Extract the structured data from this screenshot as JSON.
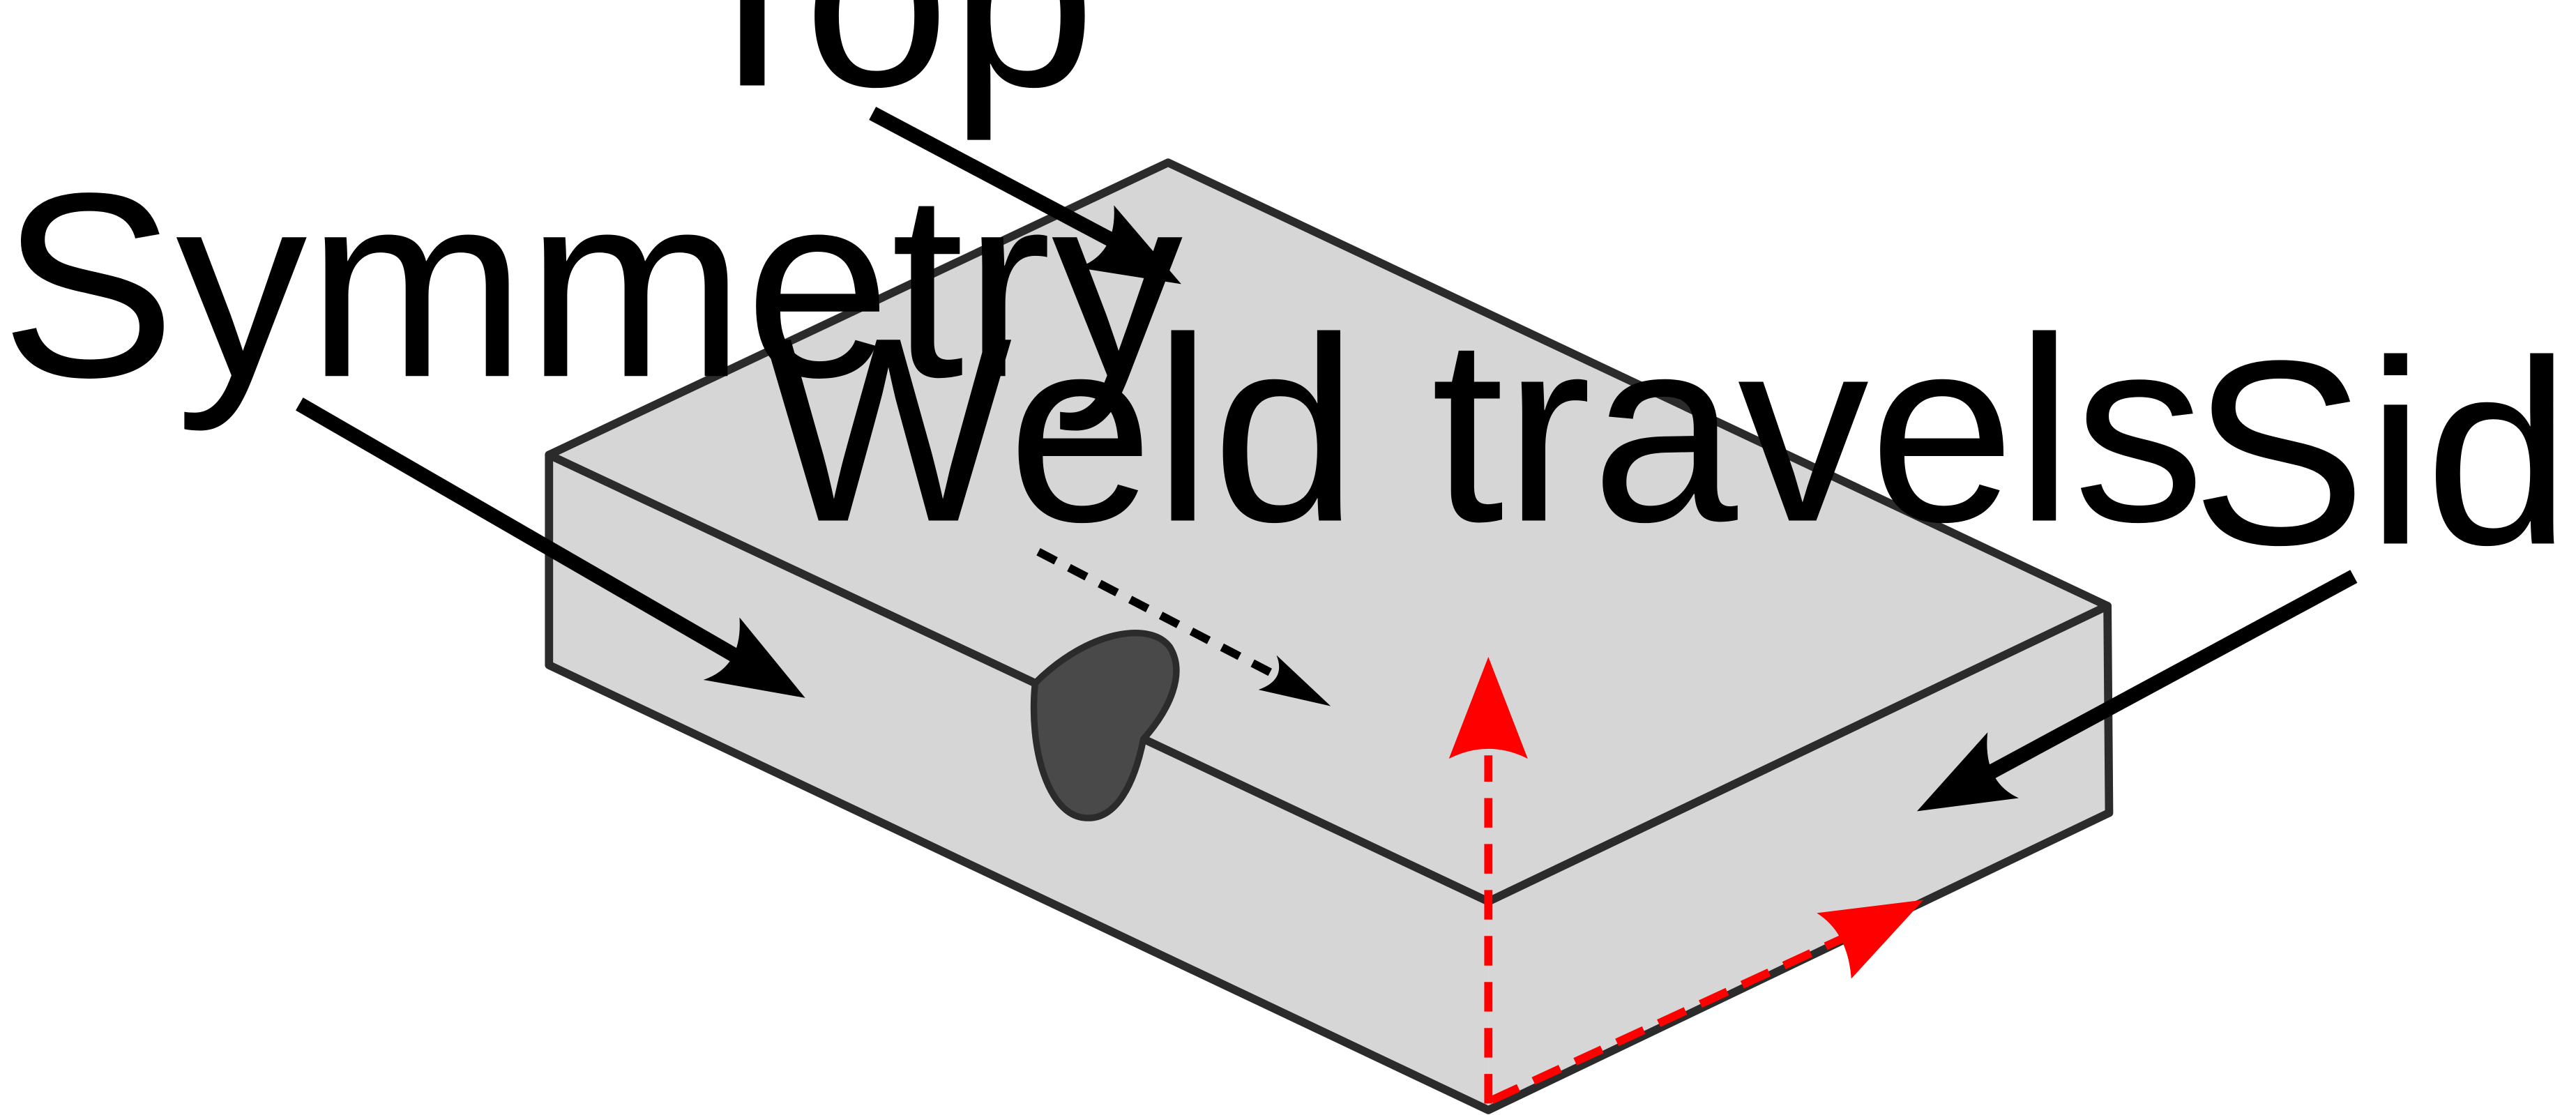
{
  "labels": {
    "top": "Top",
    "symmetry": "Symmetry",
    "weld_travels": "Weld travels",
    "sides": "Side(s)"
  },
  "colors": {
    "block_fill": "#d6d6d6",
    "edge_stroke": "#2b2b2b",
    "arrow": "#000000",
    "weld_bead": "#494949",
    "axis_arrows": "#ff0000"
  }
}
